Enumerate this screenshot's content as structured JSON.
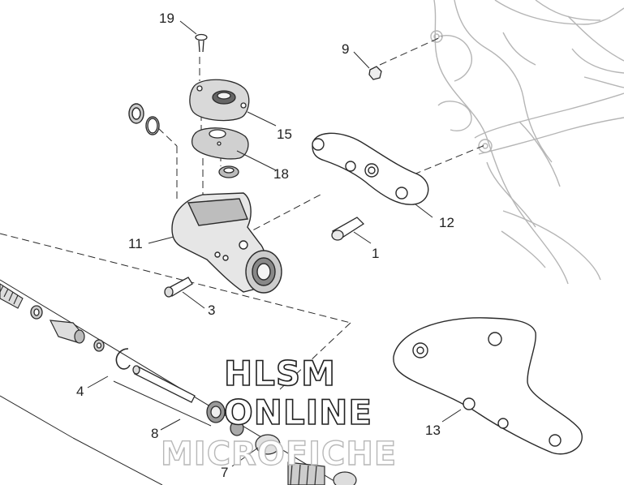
{
  "callouts": {
    "c1": "1",
    "c3": "3",
    "c4": "4",
    "c7": "7",
    "c8": "8",
    "c9": "9",
    "c11": "11",
    "c12": "12",
    "c13": "13",
    "c15": "15",
    "c18": "18",
    "c19": "19"
  },
  "watermark": {
    "line1": "HLSM",
    "line2": "ONLINE",
    "line3": "MICROFICHE"
  },
  "colors": {
    "line_dark": "#2a2a2a",
    "line_light": "#b5b5b5",
    "background": "#ffffff"
  }
}
